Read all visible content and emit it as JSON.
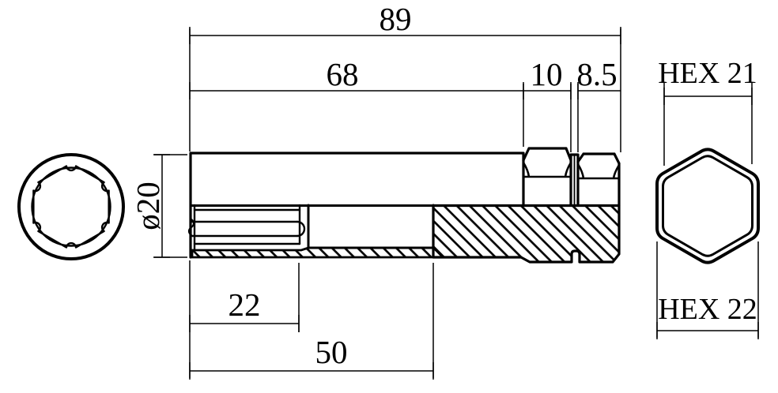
{
  "meta": {
    "background": "#ffffff",
    "line_color": "#000000",
    "drawing_type": "technical drawing, 3 views of a deep socket"
  },
  "dims": {
    "overall": "89",
    "body": "68",
    "hex_front": "10",
    "hex_rear": "8.5",
    "diameter": "ø20",
    "recess": "22",
    "bore": "50",
    "hex_inner": "HEX 21",
    "hex_outer": "HEX 22"
  }
}
